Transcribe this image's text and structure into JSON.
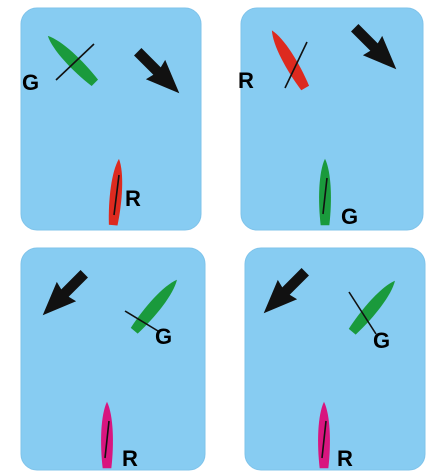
{
  "colors": {
    "water": "#87CCF2",
    "water_edge": "#7fc3ea",
    "green_boat": "#1a9a3c",
    "red_boat": "#dd2a1f",
    "magenta_boat": "#d8157f",
    "wind_arrow": "#111111",
    "mast": "#111111",
    "label": "#000000"
  },
  "panels": [
    {
      "id": "top-left",
      "wind_direction": "toward-lower-right",
      "boats": [
        {
          "color": "green",
          "label": "G"
        },
        {
          "color": "red",
          "label": "R"
        }
      ]
    },
    {
      "id": "top-right",
      "wind_direction": "toward-lower-right",
      "boats": [
        {
          "color": "red",
          "label": "R"
        },
        {
          "color": "green",
          "label": "G"
        }
      ]
    },
    {
      "id": "bottom-left",
      "wind_direction": "toward-lower-left",
      "boats": [
        {
          "color": "green",
          "label": "G"
        },
        {
          "color": "magenta",
          "label": "R"
        }
      ]
    },
    {
      "id": "bottom-right",
      "wind_direction": "toward-lower-left",
      "boats": [
        {
          "color": "green",
          "label": "G"
        },
        {
          "color": "magenta",
          "label": "R"
        }
      ]
    }
  ]
}
